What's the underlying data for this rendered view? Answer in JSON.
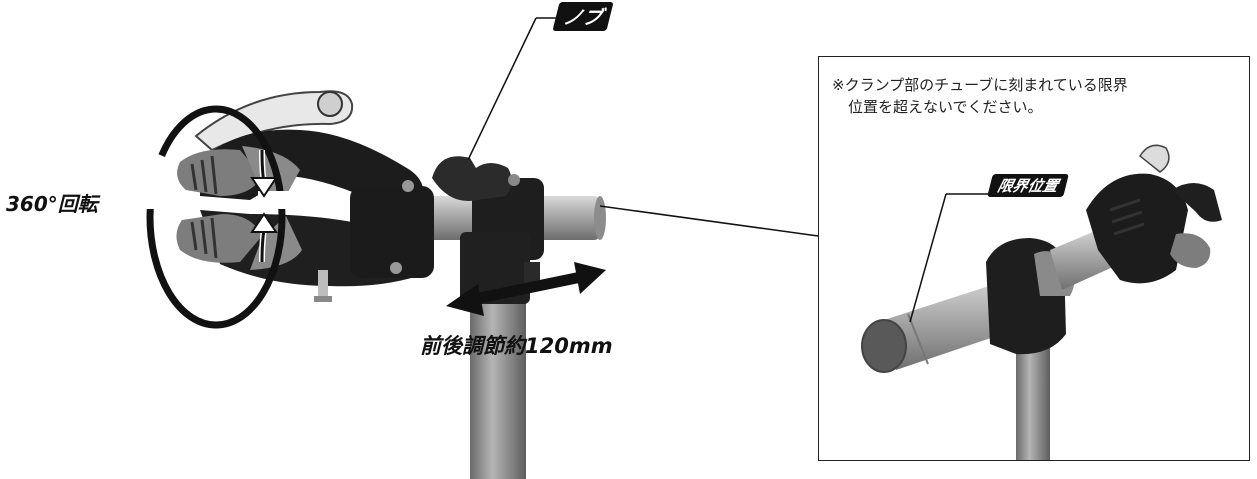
{
  "labels": {
    "knob": "ノブ",
    "rotation": "360°回転",
    "adjust": "前後調節約120mm",
    "limit_position": "限界位置"
  },
  "note": {
    "line1": "※クランプ部のチューブに刻まれている限界",
    "line2": "位置を超えないでください。"
  },
  "colors": {
    "line": "#111111",
    "tube_gray": "#9a9a9a",
    "clamp_black": "#1e1e1e",
    "pad_gray": "#7d7d7d"
  }
}
